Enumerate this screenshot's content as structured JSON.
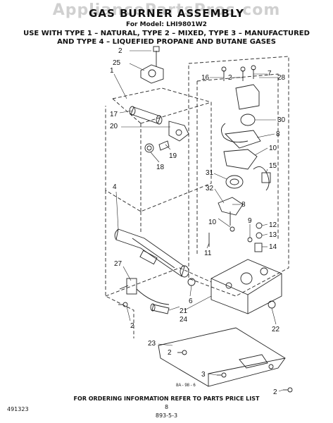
{
  "watermark": "AppliancePartsPros.com",
  "title": "GAS BURNER ASSEMBLY",
  "model": "For Model: LHI9801W2",
  "use_line1": "USE WITH TYPE 1 – NATURAL, TYPE 2 – MIXED, TYPE 3 – MANUFACTURED",
  "use_line2": "AND TYPE 4 – LIQUEFIED PROPANE AND BUTANE GASES",
  "frame_ref": "8A - 98 - 6",
  "order_note": "FOR ORDERING INFORMATION REFER TO PARTS PRICE LIST",
  "stamp_left": "491323",
  "page_num": "8",
  "page_footer": "893-5-3",
  "parts": {
    "p2a": "2",
    "p25": "25",
    "p1": "1",
    "p17": "17",
    "p20": "20",
    "p19": "19",
    "p18": "18",
    "p4": "4",
    "p27": "27",
    "p2b": "2",
    "p6": "6",
    "p21": "21",
    "p24": "24",
    "p16": "16",
    "p2c": "2",
    "p7": "7",
    "p28": "28",
    "p30": "30",
    "p8a": "8",
    "p10a": "10",
    "p15": "15",
    "p31": "31",
    "p32": "32",
    "p8b": "8",
    "p10b": "10",
    "p9": "9",
    "p11": "11",
    "p12": "12",
    "p13": "13",
    "p14": "14",
    "p22": "22",
    "p23": "23",
    "p2d": "2",
    "p3": "3",
    "p2e": "2"
  }
}
